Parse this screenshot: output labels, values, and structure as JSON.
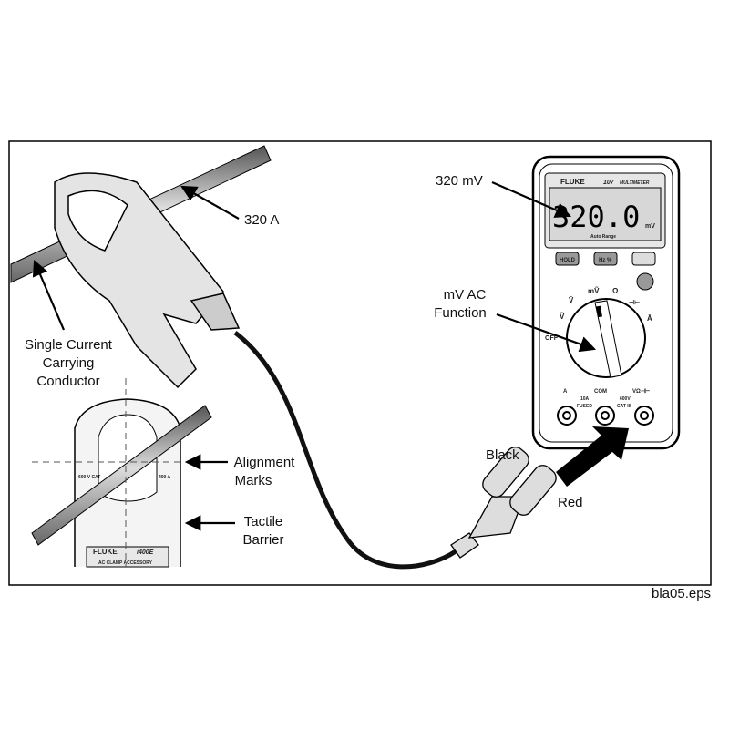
{
  "labels": {
    "current": "320 A",
    "voltage": "320 mV",
    "conductor": [
      "Single Current",
      "Carrying",
      "Conductor"
    ],
    "function": [
      "mV AC",
      "Function"
    ],
    "alignment": [
      "Alignment",
      "Marks"
    ],
    "barrier": [
      "Tactile",
      "Barrier"
    ],
    "black": "Black",
    "red": "Red",
    "file": "bla05.eps"
  },
  "meter": {
    "brand": "FLUKE",
    "model": "107",
    "type": "MULTIMETER",
    "reading": "320.0",
    "unit": "mV",
    "range": "Auto Range",
    "buttons": [
      "HOLD",
      "Hz %"
    ],
    "dial": {
      "off": "OFF",
      "vac": "Ṽ",
      "vdc": "V̄",
      "mv": "mṼ",
      "ohm": "Ω",
      "cap": "⊣⊢",
      "amp": "Ā"
    },
    "jacks": {
      "a": "A",
      "com": "COM",
      "v": "VΩ⊣⊢",
      "fused": [
        "10A",
        "FUSED"
      ],
      "cat": [
        "600V",
        "CAT III"
      ]
    }
  },
  "clamp": {
    "brand": "FLUKE",
    "model": "i400E",
    "subtitle": "AC CLAMP ACCESSORY",
    "left_mark": "600 V CAT",
    "right_mark": "400 A"
  }
}
